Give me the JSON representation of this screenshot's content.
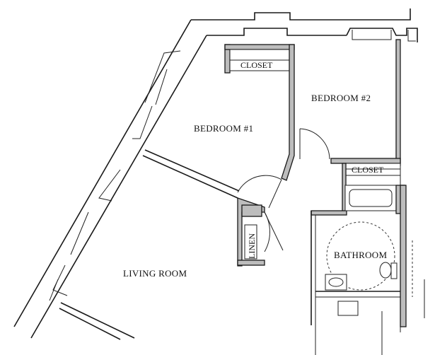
{
  "rooms": {
    "bedroom1": "BEDROOM #1",
    "bedroom2": "BEDROOM #2",
    "living_room": "LIVING ROOM",
    "bathroom": "BATHROOM",
    "closet_bedroom1": "CLOSET",
    "closet_bedroom2": "CLOSET",
    "linen": "LINEN"
  }
}
